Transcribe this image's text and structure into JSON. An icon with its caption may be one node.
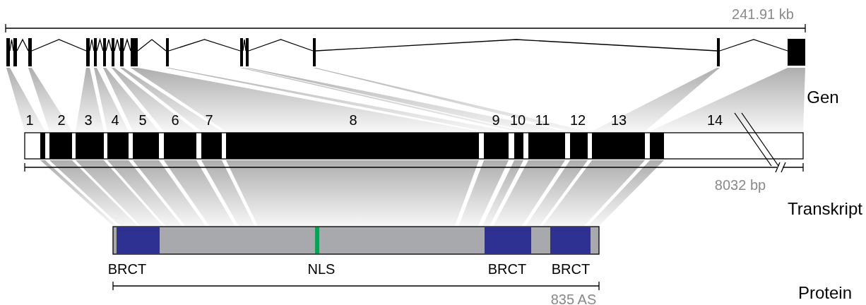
{
  "diagram": {
    "labels": [
      "241.91 kb",
      "Gen",
      "1",
      "2",
      "3",
      "4",
      "5",
      "6",
      "7",
      "8",
      "9",
      "10",
      "11",
      "12",
      "13",
      "14",
      "8032 bp",
      "Transkript",
      "BRCT",
      "NLS",
      "BRCT",
      "BRCT",
      "835 AS",
      "Protein"
    ]
  }
}
